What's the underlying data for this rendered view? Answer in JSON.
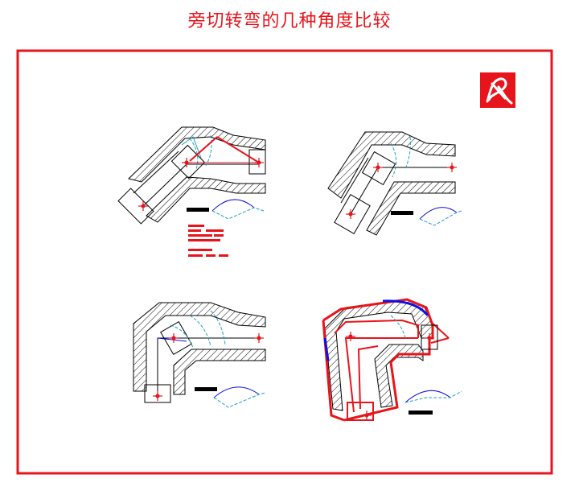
{
  "title": "旁切转弯的几种角度比较",
  "colors": {
    "frame": "#e8141c",
    "outline": "#000000",
    "hatch": "#000000",
    "centerline": "#1aa3b8",
    "arc": "#1010e0",
    "highlight": "#e8141c"
  },
  "stamp": {
    "text": "风",
    "color": "#e8141c"
  },
  "diagrams": [
    {
      "id": "variant-top-left",
      "highlighted_cut_line": true
    },
    {
      "id": "variant-top-right",
      "highlighted_cut_line": false
    },
    {
      "id": "variant-bottom-left",
      "highlighted_cut_line": false
    },
    {
      "id": "variant-bottom-right",
      "highlighted_outline": true
    }
  ]
}
